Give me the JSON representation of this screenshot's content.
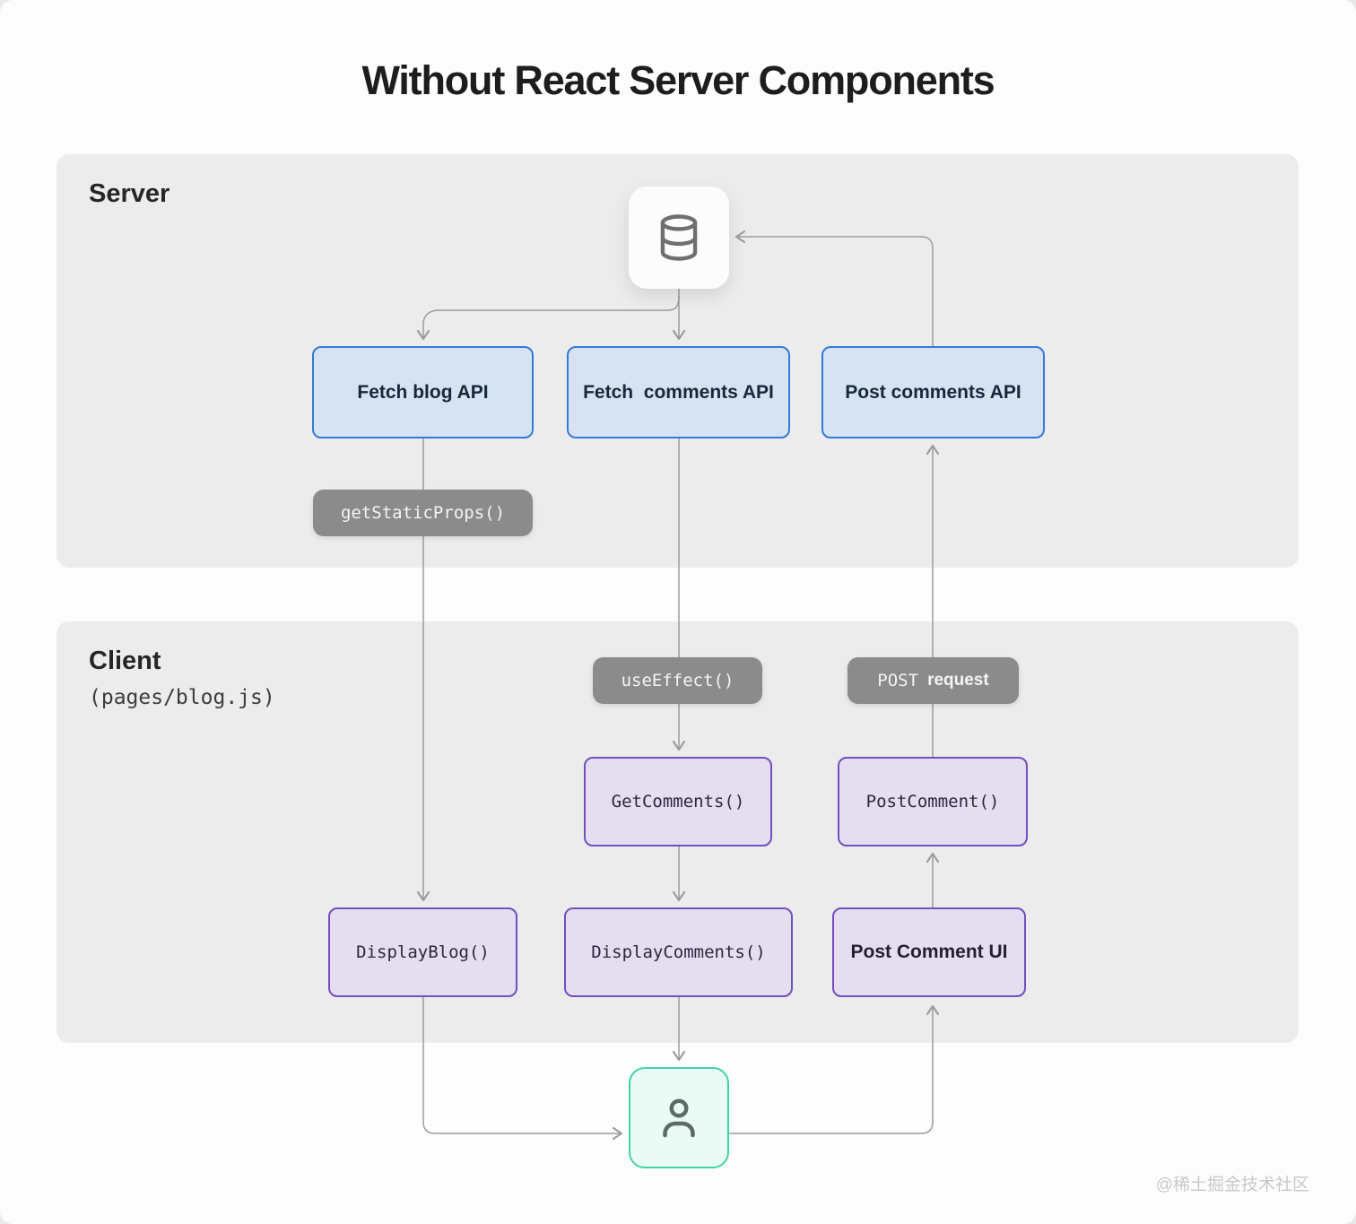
{
  "title": "Without React Server Components",
  "sections": {
    "server": {
      "label": "Server"
    },
    "client": {
      "label": "Client",
      "sublabel": "(pages/blog.js)"
    }
  },
  "nodes": {
    "fetch_blog_api": "Fetch blog API",
    "fetch_comments_api": "Fetch  comments API",
    "post_comments_api": "Post comments API",
    "get_comments": "GetComments()",
    "post_comment": "PostComment()",
    "display_blog": "DisplayBlog()",
    "display_comments": "DisplayComments()",
    "post_comment_ui": "Post Comment UI"
  },
  "pills": {
    "get_static_props": "getStaticProps()",
    "use_effect": "useEffect()",
    "post_request": {
      "mono": "POST",
      "bold": "request"
    }
  },
  "icons": {
    "database": "database-icon",
    "user": "user-icon"
  },
  "colors": {
    "canvas_bg": "#fdfdfd",
    "section_bg": "#ececec",
    "line": "#9c9c9c",
    "blue_border": "#337adb",
    "blue_fill": "#d7e3f2",
    "purple_border": "#7050c0",
    "purple_fill": "#e4def0",
    "pill_bg": "#8b8b8b",
    "green_border": "#3fd69f",
    "green_fill": "#eafaf4"
  },
  "watermark": "@稀土掘金技术社区"
}
